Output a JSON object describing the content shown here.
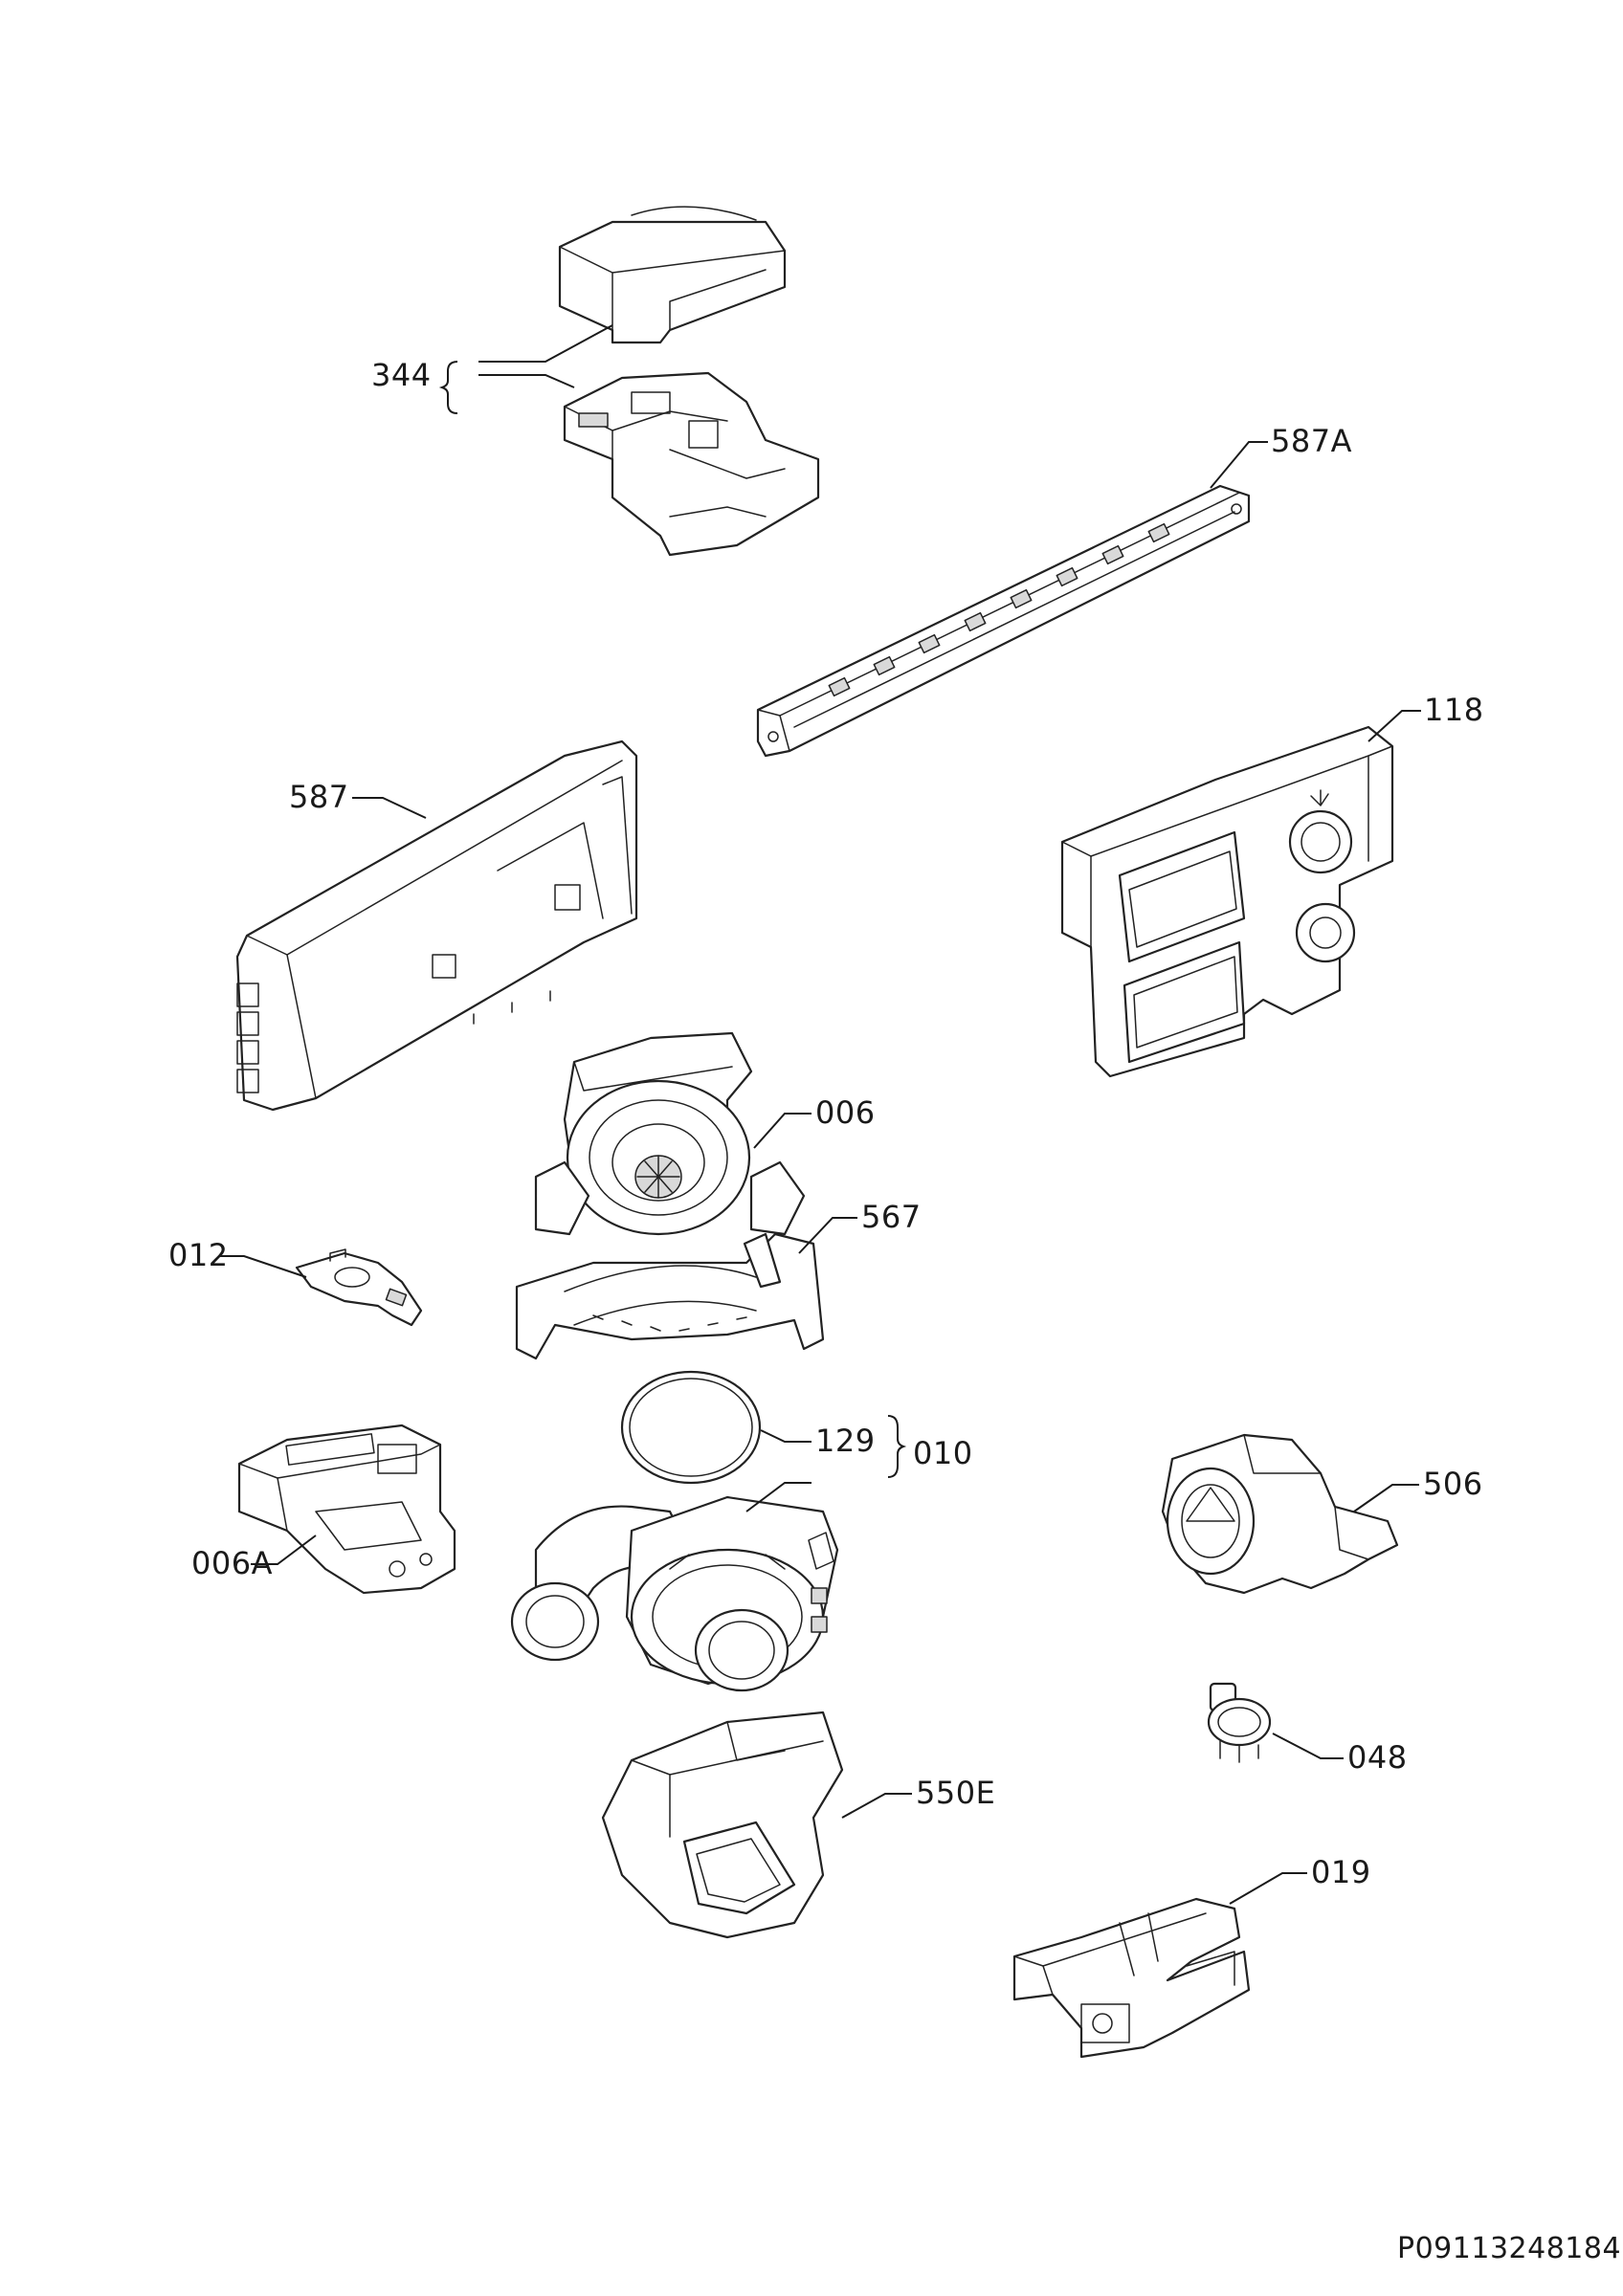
{
  "drawing_number": "P09113248184",
  "callouts": [
    {
      "id": "c344",
      "label": "344"
    },
    {
      "id": "c587A",
      "label": "587A"
    },
    {
      "id": "c118",
      "label": "118"
    },
    {
      "id": "c587",
      "label": "587"
    },
    {
      "id": "c006",
      "label": "006"
    },
    {
      "id": "c567",
      "label": "567"
    },
    {
      "id": "c012",
      "label": "012"
    },
    {
      "id": "c129",
      "label": "129"
    },
    {
      "id": "c010",
      "label": "010"
    },
    {
      "id": "c006A",
      "label": "006A"
    },
    {
      "id": "c506",
      "label": "506"
    },
    {
      "id": "c048",
      "label": "048"
    },
    {
      "id": "c550E",
      "label": "550E"
    },
    {
      "id": "c019",
      "label": "019"
    }
  ]
}
